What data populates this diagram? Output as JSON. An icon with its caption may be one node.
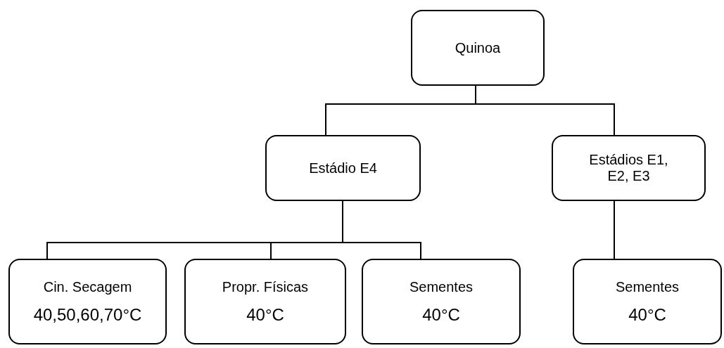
{
  "diagram": {
    "nodes": [
      {
        "text": [
          "Quinoa"
        ]
      },
      {
        "text": [
          "Estádio E4"
        ]
      },
      {
        "text": [
          "Estádios E1, E2, E3"
        ]
      },
      {
        "text": [
          "Cin. Secagem",
          "40,50,60,70°C"
        ]
      },
      {
        "text": [
          "Propr. Físicas",
          "40°C"
        ]
      },
      {
        "text": [
          "Sementes",
          "40°C"
        ]
      },
      {
        "text": [
          "Sementes",
          "40°C"
        ]
      }
    ],
    "edges": [
      {
        "from": 0,
        "to": 1,
        "arrow": "none"
      },
      {
        "from": 0,
        "to": 2,
        "arrow": "none"
      },
      {
        "from": 1,
        "to": 3,
        "arrow": "none"
      },
      {
        "from": 1,
        "to": 4,
        "arrow": "none"
      },
      {
        "from": 1,
        "to": 5,
        "arrow": "none"
      },
      {
        "from": 2,
        "to": 6,
        "arrow": "none"
      }
    ]
  }
}
